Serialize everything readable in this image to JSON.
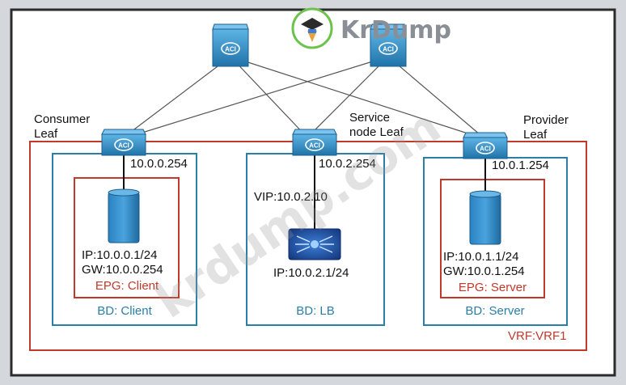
{
  "watermark": {
    "logo_text": "KrDump",
    "diagonal_text": "krdump.com"
  },
  "colors": {
    "frame": "#2b2b2b",
    "vrf_border": "#c0392b",
    "bd_border": "#2a7fa8",
    "epg_border": "#c0392b",
    "switch_fill": "#2e8fc7",
    "link": "#555555",
    "label": "#111111",
    "label_red": "#c0392b",
    "label_blue": "#2a7fa8"
  },
  "spines": [
    {
      "id": "spine-1",
      "icon": "aci-switch-icon",
      "text": "ACI"
    },
    {
      "id": "spine-2",
      "icon": "aci-switch-icon",
      "text": "ACI"
    }
  ],
  "leaves": [
    {
      "id": "consumer",
      "label_lines": [
        "Consumer",
        "Leaf"
      ],
      "icon": "aci-switch-icon",
      "text": "ACI",
      "gateway": "10.0.0.254"
    },
    {
      "id": "service",
      "label_lines": [
        "Service",
        "node Leaf"
      ],
      "icon": "aci-switch-icon",
      "text": "ACI",
      "gateway": "10.0.2.254"
    },
    {
      "id": "provider",
      "label_lines": [
        "Provider",
        "Leaf"
      ],
      "icon": "aci-switch-icon",
      "text": "ACI",
      "gateway": "10.0.1.254"
    }
  ],
  "bridge_domains": [
    {
      "id": "client",
      "label": "BD: Client"
    },
    {
      "id": "lb",
      "label": "BD: LB"
    },
    {
      "id": "server",
      "label": "BD: Server"
    }
  ],
  "epgs": [
    {
      "id": "client",
      "label": "EPG: Client",
      "host_ip": "IP:10.0.0.1/24",
      "host_gw": "GW:10.0.0.254",
      "icon": "server-icon"
    },
    {
      "id": "server",
      "label": "EPG: Server",
      "host_ip": "IP:10.0.1.1/24",
      "host_gw": "GW:10.0.1.254",
      "icon": "server-icon"
    }
  ],
  "load_balancer": {
    "vip": "VIP:10.0.2.10",
    "ip": "IP:10.0.2.1/24",
    "icon": "load-balancer-icon"
  },
  "vrf": {
    "label": "VRF:VRF1"
  }
}
